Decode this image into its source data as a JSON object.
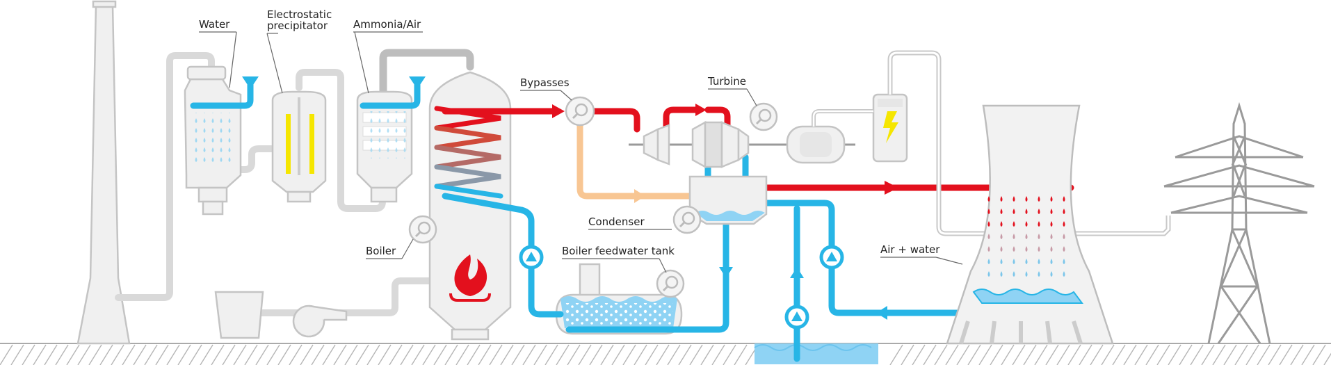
{
  "labels": {
    "water": "Water",
    "precipitator_line1": "Electrostatic",
    "precipitator_line2": "precipitator",
    "ammonia": "Ammonia/Air",
    "bypasses": "Bypasses",
    "turbine": "Turbine",
    "condenser": "Condenser",
    "boiler": "Boiler",
    "feedwater_tank": "Boiler feedwater tank",
    "air_water": "Air + water"
  },
  "colors": {
    "steam_hot": "#e3101d",
    "water": "#27b5e6",
    "steam_exhaust": "#f8c693",
    "flame": "#e3101d",
    "electricity": "#f5e600",
    "electrodes": "#f5e600",
    "pipe_grey": "#d9d9d9"
  },
  "icons": [
    "magnifier-icon",
    "pump-icon",
    "flame-icon",
    "lightning-icon",
    "spray-nozzle-icon",
    "arrow-icon"
  ]
}
